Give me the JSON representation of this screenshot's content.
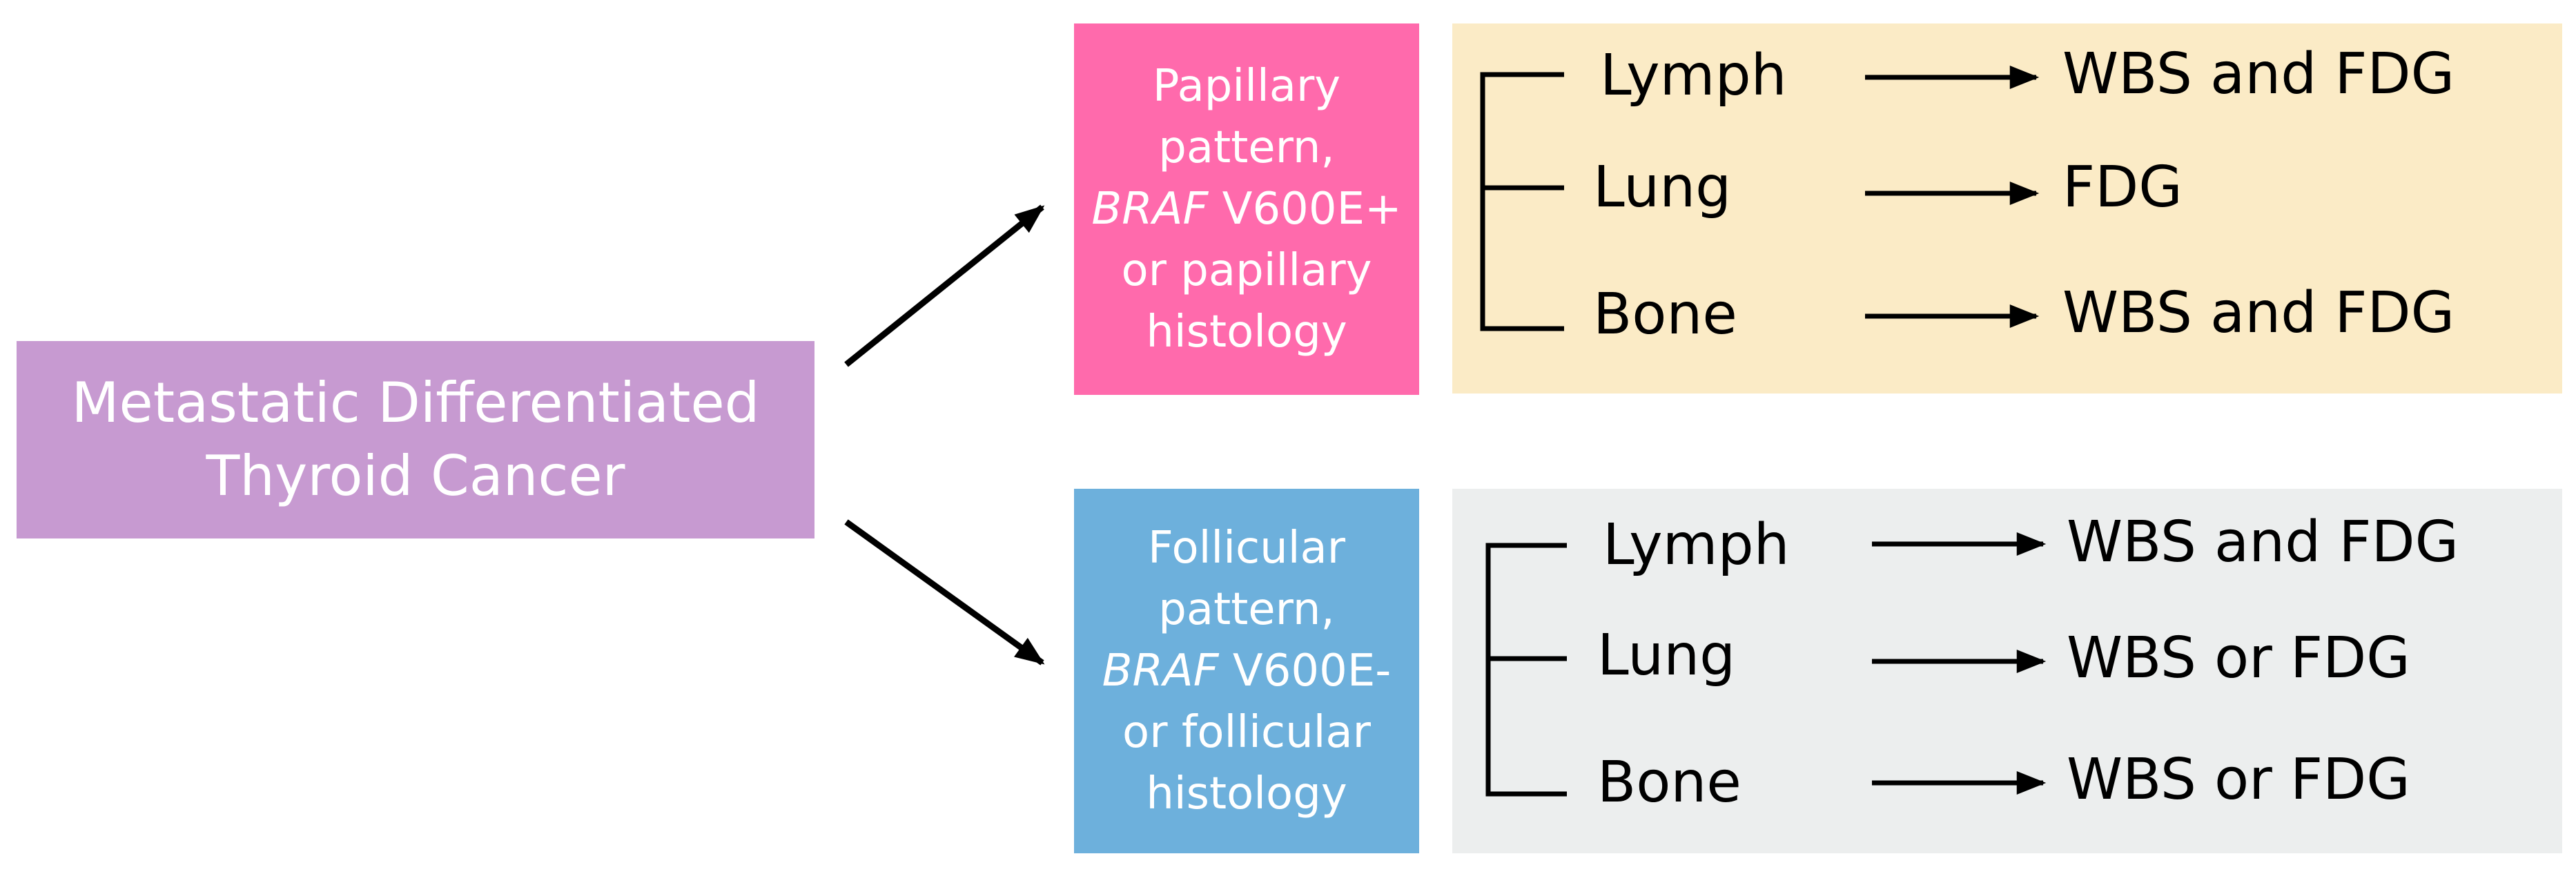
{
  "root": {
    "lines": [
      "Metastatic Differentiated",
      "Thyroid Cancer"
    ]
  },
  "papillary": {
    "line1": "Papillary",
    "line2": "pattern,",
    "gene": "BRAF",
    "mutation": " V600E+",
    "line4": "or papillary",
    "line5": "histology",
    "rows": [
      {
        "site": "Lymph",
        "imaging": "WBS and FDG"
      },
      {
        "site": "Lung",
        "imaging": "FDG"
      },
      {
        "site": "Bone",
        "imaging": "WBS and FDG"
      }
    ]
  },
  "follicular": {
    "line1": "Follicular",
    "line2": "pattern,",
    "gene": "BRAF",
    "mutation": " V600E-",
    "line4": "or follicular",
    "line5": "histology",
    "rows": [
      {
        "site": "Lymph",
        "imaging": "WBS and FDG"
      },
      {
        "site": "Lung",
        "imaging": "WBS or FDG"
      },
      {
        "site": "Bone",
        "imaging": "WBS or FDG"
      }
    ]
  },
  "colors": {
    "root": "#c79ad1",
    "papillary": "#ff6aac",
    "follicular": "#6db0dc",
    "papillary_panel": "#fbebc6",
    "follicular_panel": "#eceeee"
  }
}
